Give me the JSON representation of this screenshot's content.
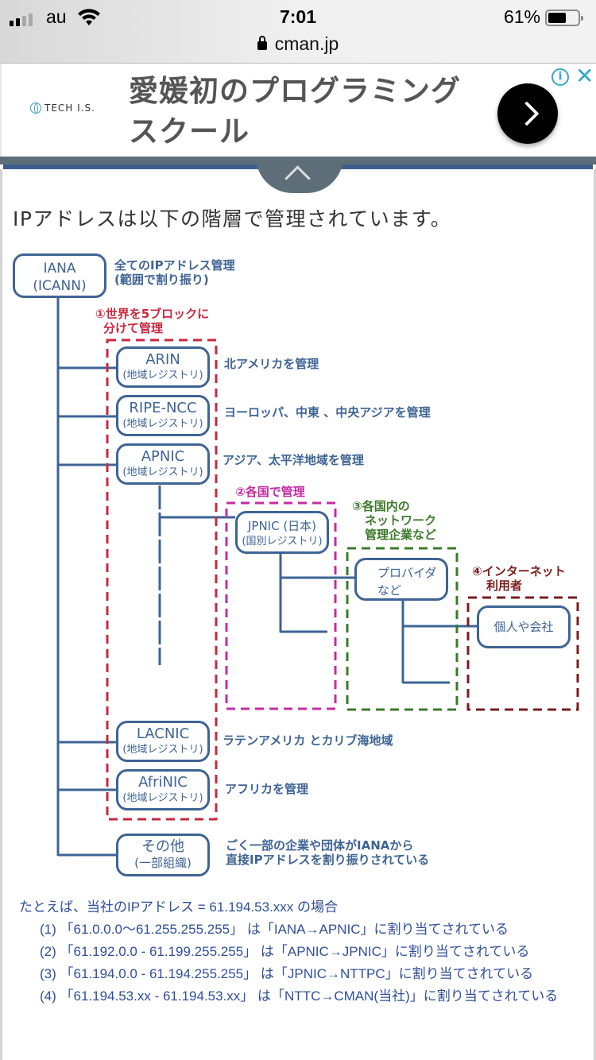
{
  "status_bar": {
    "carrier": "au",
    "time": "7:01",
    "battery_percent": "61%",
    "battery_level": 0.61,
    "signal_bars_active": 2,
    "signal_bars_total": 4
  },
  "url_bar": {
    "domain": "cman.jp",
    "lock_icon": "lock-icon"
  },
  "ad": {
    "brand": "TECH I.S.",
    "headline": "愛媛初のプログラミングスクール",
    "go_icon": "chevron-right-icon",
    "info_icon": "info-icon",
    "close_icon": "close-icon",
    "info_glyph": "i",
    "close_glyph": "✕"
  },
  "collapse_icon": "chevron-up-icon",
  "intro": "IPアドレスは以下の階層で管理されています。",
  "diagram": {
    "root": {
      "name": "IANA",
      "sub": "(ICANN)",
      "desc": [
        "全てのIPアドレス管理",
        "(範囲で割り振り)"
      ]
    },
    "group1": {
      "title": [
        "①世界を5ブロックに",
        "分けて管理"
      ],
      "color": "#c8283e"
    },
    "rirs": [
      {
        "name": "ARIN",
        "sub": "(地域レジストリ)",
        "desc": "北アメリカを管理"
      },
      {
        "name": "RIPE-NCC",
        "sub": "(地域レジストリ)",
        "desc": "ヨーロッパ、中東 、中央アジアを管理"
      },
      {
        "name": "APNIC",
        "sub": "(地域レジストリ)",
        "desc": "アジア、太平洋地域を管理"
      },
      {
        "name": "LACNIC",
        "sub": "(地域レジストリ)",
        "desc": "ラテンアメリカ とカリブ海地域"
      },
      {
        "name": "AfriNIC",
        "sub": "(地域レジストリ)",
        "desc": "アフリカを管理"
      }
    ],
    "other": {
      "name": "その他",
      "sub": "(一部組織)",
      "desc": [
        "ごく一部の企業や団体がIANAから",
        "直接IPアドレスを割り振りされている"
      ]
    },
    "group2": {
      "title": "②各国で管理",
      "color": "#c42ca4"
    },
    "nir": {
      "name": "JPNIC (日本)",
      "sub": "(国別レジストリ)"
    },
    "group3": {
      "title": [
        "③各国内の",
        "ネットワーク",
        "管理企業など"
      ],
      "color": "#3b7a2a"
    },
    "isp": {
      "name": "プロバイダ",
      "sub": "など"
    },
    "group4": {
      "title": [
        "④インターネット",
        "利用者"
      ],
      "color": "#7b1c1c"
    },
    "user": {
      "name": "個人や会社"
    },
    "line_color": "#3e6495"
  },
  "example": {
    "heading": "たとえば、当社のIPアドレス = 61.194.53.xxx の場合",
    "lines": [
      "(1) 「61.0.0.0～61.255.255.255」 は「IANA→APNIC」に割り当てされている",
      "(2) 「61.192.0.0 - 61.199.255.255」 は「APNIC→JPNIC」に割り当てされている",
      "(3) 「61.194.0.0 - 61.194.255.255」 は「JPNIC→NTTPC」に割り当てされている",
      "(4) 「61.194.53.xx - 61.194.53.xx」 は「NTTC→CMAN(当社)」に割り当てされている"
    ]
  }
}
